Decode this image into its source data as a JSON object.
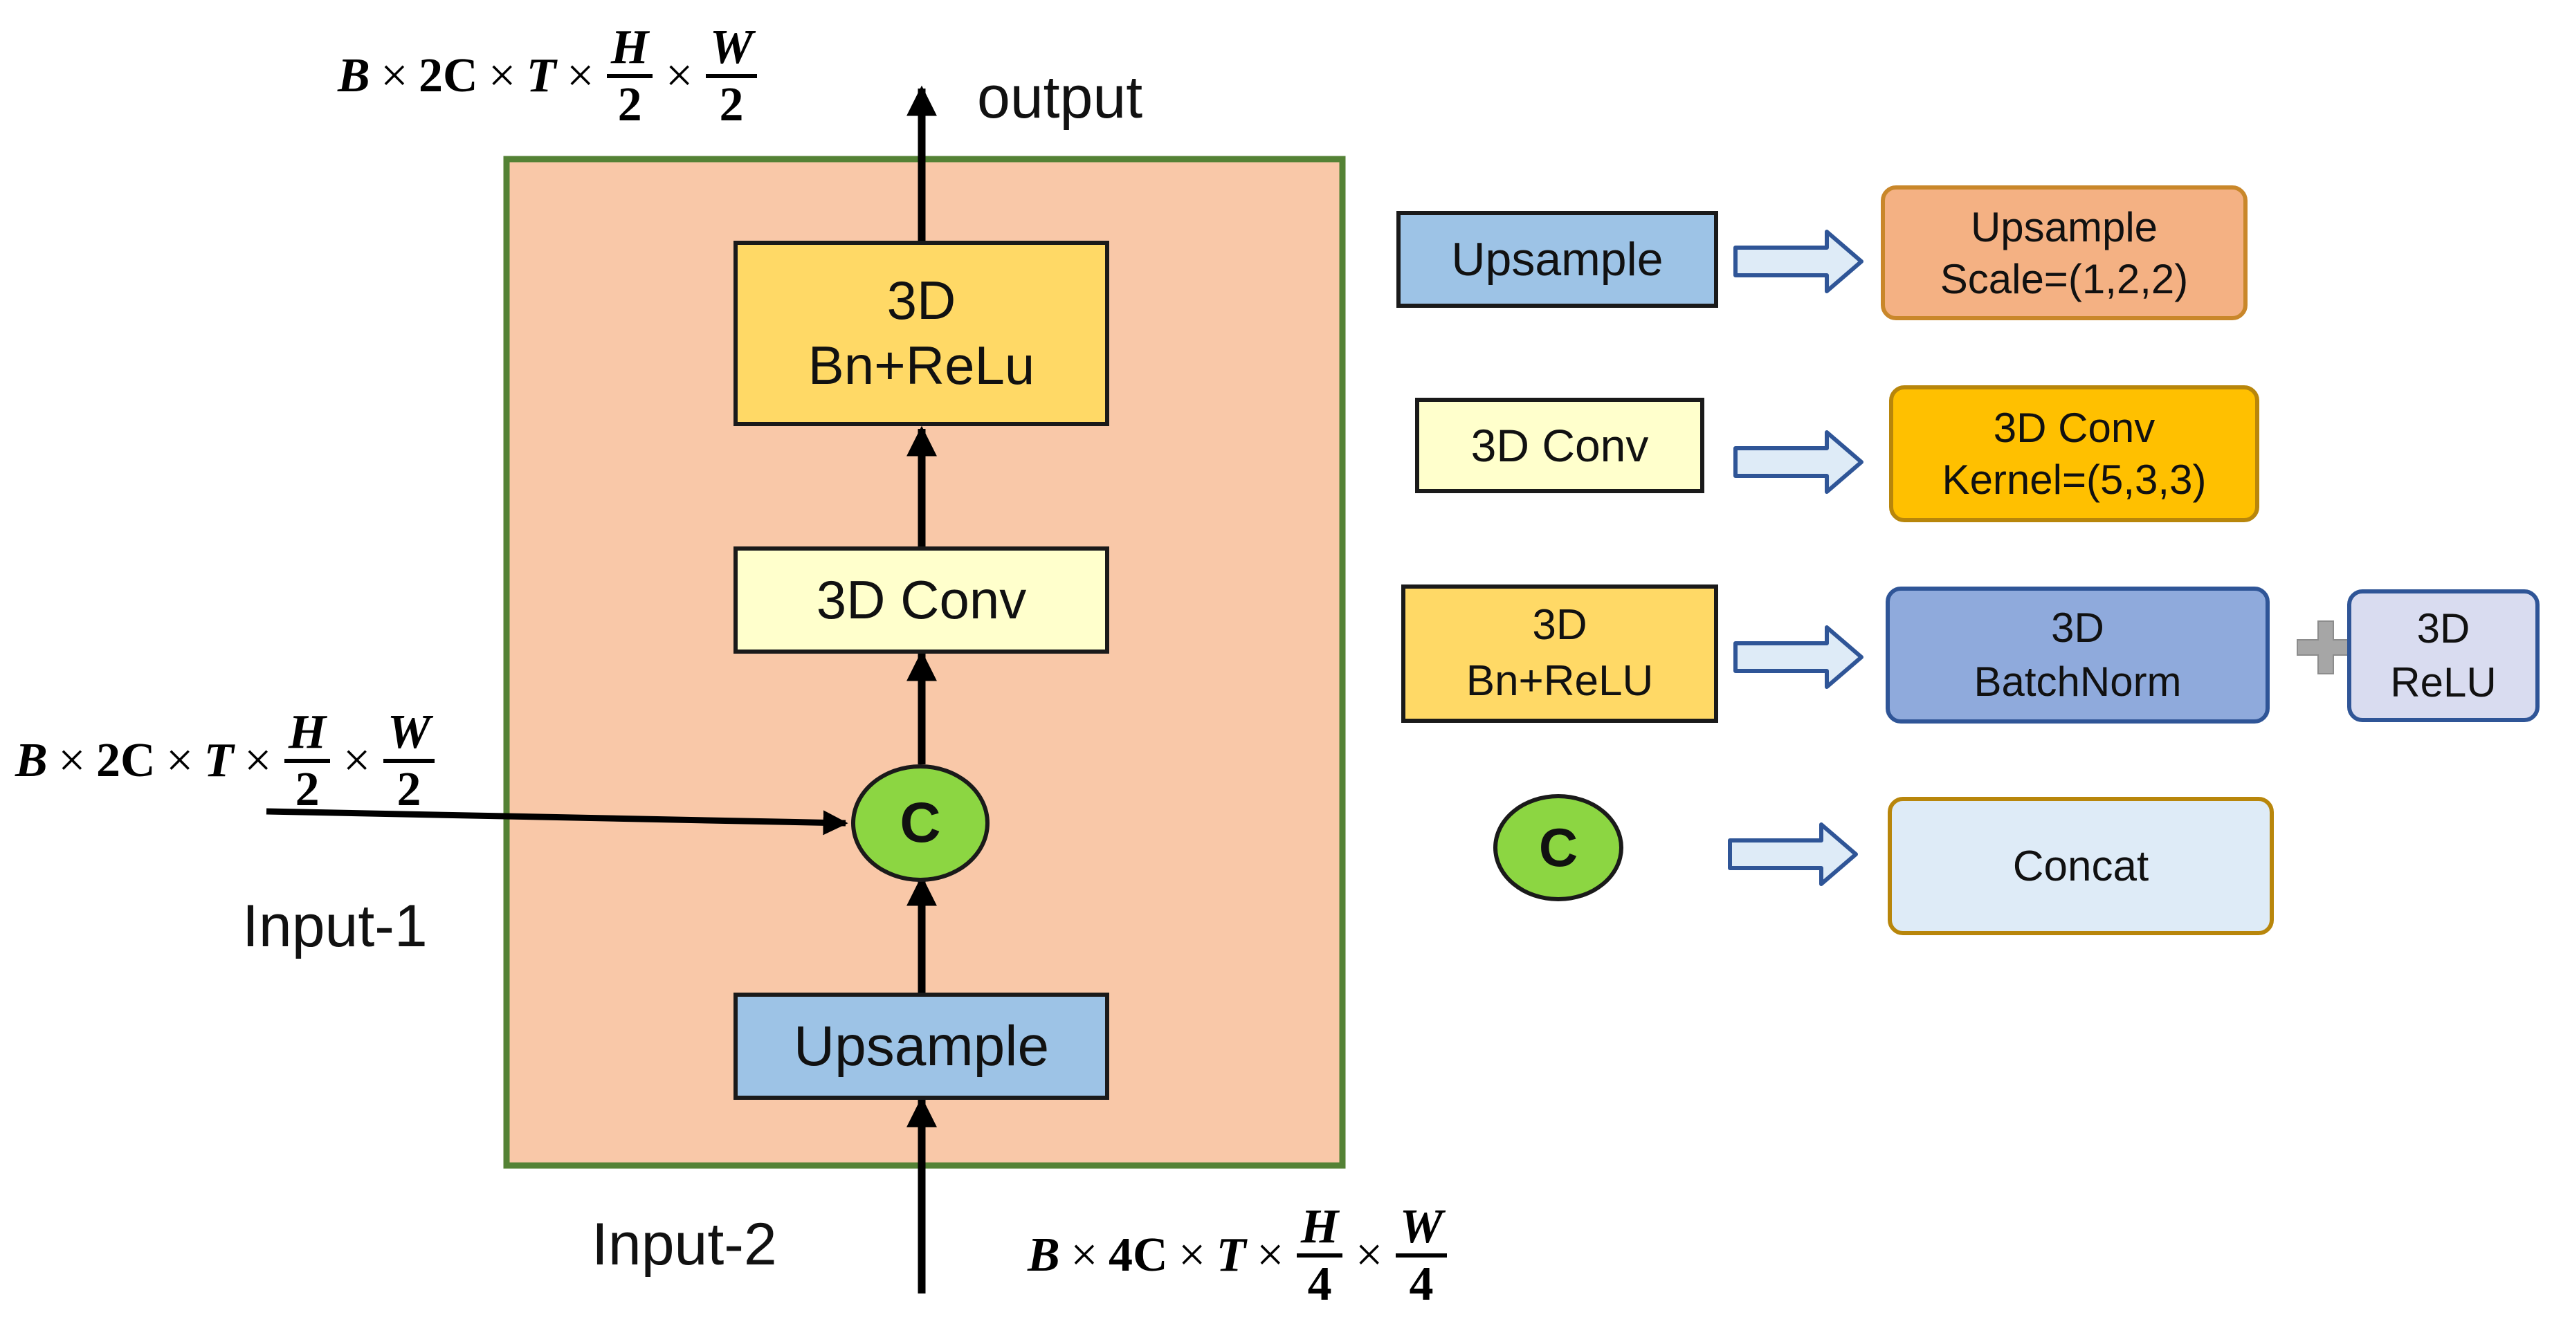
{
  "main_block": {
    "blocks": {
      "bn_relu": {
        "line1": "3D",
        "line2": "Bn+ReLu"
      },
      "conv": {
        "text": "3D Conv"
      },
      "concat_symbol": {
        "text": "C"
      },
      "upsample": {
        "text": "Upsample"
      }
    },
    "labels": {
      "output": "output",
      "input1": "Input-1",
      "input2": "Input-2"
    },
    "dims": {
      "output": {
        "b": "B",
        "times": "×",
        "c": "2C",
        "t": "T",
        "h": "H",
        "w": "W",
        "den": "2"
      },
      "input1": {
        "b": "B",
        "times": "×",
        "c": "2C",
        "t": "T",
        "h": "H",
        "w": "W",
        "den": "2"
      },
      "input2": {
        "b": "B",
        "times": "×",
        "c": "4C",
        "t": "T",
        "h": "H",
        "w": "W",
        "den": "4"
      }
    }
  },
  "legend": {
    "rows": [
      {
        "key": "Upsample",
        "value_line1": "Upsample",
        "value_line2": "Scale=(1,2,2)"
      },
      {
        "key": "3D Conv",
        "value_line1": "3D Conv",
        "value_line2": "Kernel=(5,3,3)"
      },
      {
        "key_line1": "3D",
        "key_line2": "Bn+ReLU",
        "value_a_line1": "3D",
        "value_a_line2": "BatchNorm",
        "value_b_line1": "3D",
        "value_b_line2": "ReLU"
      },
      {
        "key": "C",
        "value": "Concat"
      }
    ]
  },
  "colors": {
    "frame_fill": "#F9C8A8",
    "frame_border": "#548235",
    "bn_relu_fill": "#FFD966",
    "conv_fill": "#FFFFCC",
    "upsample_fill": "#9DC3E6",
    "concat_fill": "#8CD642",
    "legend_upsample_value": "#F4B183",
    "legend_conv_value": "#FFC000",
    "legend_batchnorm": "#8FAADC",
    "legend_relu": "#D9DCF0",
    "legend_concat": "#DEEBF7",
    "arrow_outline": "#2F5597",
    "arrow_fill": "#DEEBF7"
  }
}
